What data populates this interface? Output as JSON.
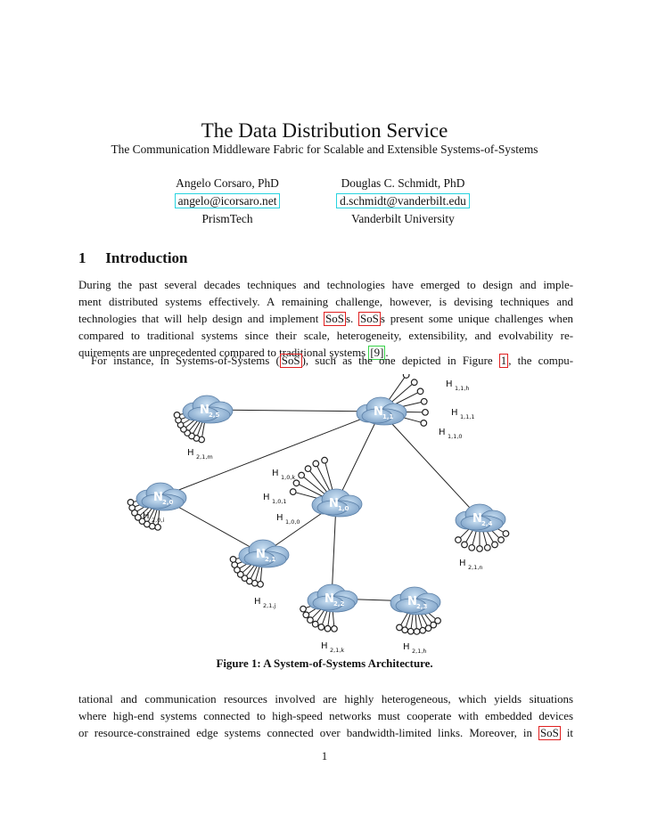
{
  "header": {
    "title": "The Data Distribution Service",
    "subtitle": "The Communication Middleware Fabric for Scalable and Extensible Systems-of-Systems"
  },
  "authors": [
    {
      "name": "Angelo Corsaro, PhD",
      "email": "angelo@icorsaro.net",
      "affiliation": "PrismTech"
    },
    {
      "name": "Douglas C. Schmidt, PhD",
      "email": "d.schmidt@vanderbilt.edu",
      "affiliation": "Vanderbilt University"
    }
  ],
  "section": {
    "number": "1",
    "title": "Introduction"
  },
  "para1": [
    "During the past several decades techniques and technologies have emerged to design and imple-",
    "ment distributed systems effectively. A remaining challenge, however, is devising techniques and",
    [
      "technologies that will help design and implement ",
      "SoS",
      "s. ",
      "SoS",
      "s present some unique challenges when"
    ],
    "compared to traditional systems since their scale, heterogeneity, extensibility, and evolvability re-",
    [
      "quirements are unprecedented compared to traditional systems ",
      "[9]",
      "."
    ]
  ],
  "para2_line": [
    "For instance, in Systems-of-Systems (",
    "SoS",
    "), such as the one depicted in Figure ",
    "1",
    ", the compu-"
  ],
  "figure": {
    "caption": "Figure 1: A System-of-Systems Architecture.",
    "clouds": [
      {
        "id": "N_2,5",
        "main": "N",
        "sub": "2,5"
      },
      {
        "id": "N_1,1",
        "main": "N",
        "sub": "1,1"
      },
      {
        "id": "N_2,0",
        "main": "N",
        "sub": "2,0"
      },
      {
        "id": "N_1,0",
        "main": "N",
        "sub": "1,0"
      },
      {
        "id": "N_2,4",
        "main": "N",
        "sub": "2,4"
      },
      {
        "id": "N_2,1",
        "main": "N",
        "sub": "2,1"
      },
      {
        "id": "N_2,2",
        "main": "N",
        "sub": "2,2"
      },
      {
        "id": "N_2,3",
        "main": "N",
        "sub": "2,3"
      }
    ],
    "host_labels": [
      {
        "main": "H",
        "sub": "1,1,h"
      },
      {
        "main": "H",
        "sub": "1,1,1"
      },
      {
        "main": "H",
        "sub": "1,1,0"
      },
      {
        "main": "H",
        "sub": "2,1,m"
      },
      {
        "main": "H",
        "sub": "1,0,k"
      },
      {
        "main": "H",
        "sub": "1,0,1"
      },
      {
        "main": "H",
        "sub": "1,0,0"
      },
      {
        "main": "H",
        "sub": "2,0,i"
      },
      {
        "main": "H",
        "sub": "2,1,n"
      },
      {
        "main": "H",
        "sub": "2,1,j"
      },
      {
        "main": "H",
        "sub": "2,1,k"
      },
      {
        "main": "H",
        "sub": "2,1,h"
      }
    ]
  },
  "para3": [
    "tational and communication resources involved are highly heterogeneous, which yields situations",
    "where high-end systems connected to high-speed networks must cooperate with embedded devices",
    [
      "or resource-constrained edge systems connected over bandwidth-limited links. Moreover, in ",
      "SoS",
      " it"
    ]
  ],
  "page_number": "1"
}
